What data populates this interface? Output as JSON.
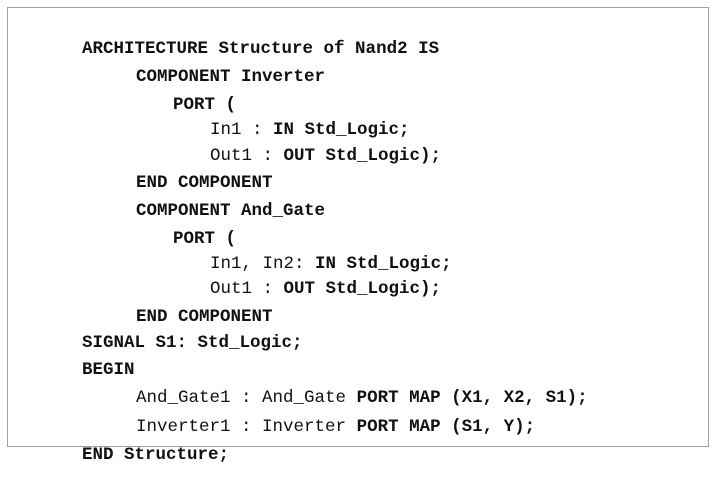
{
  "code": {
    "line01": {
      "a": "ARCHITECTURE Structure of Nand2 IS"
    },
    "line02": {
      "a": "COMPONENT Inverter"
    },
    "line03": {
      "a": "PORT ("
    },
    "line04": {
      "a": "In1 : ",
      "b": "IN Std_Logic;"
    },
    "line05": {
      "a": "Out1 : ",
      "b": "OUT Std_Logic);"
    },
    "line06": {
      "a": "END COMPONENT"
    },
    "line07": {
      "a": "COMPONENT And_Gate"
    },
    "line08": {
      "a": "PORT ("
    },
    "line09": {
      "a": "In1, In2: ",
      "b": "IN Std_Logic;"
    },
    "line10": {
      "a": "Out1 : ",
      "b": "OUT Std_Logic);"
    },
    "line11": {
      "a": "END COMPONENT"
    },
    "line12": {
      "a": "SIGNAL S1: Std_Logic;"
    },
    "line13": {
      "a": "BEGIN"
    },
    "line14": {
      "a": "And_Gate1 : And_Gate ",
      "b": "PORT MAP (X1, X2, S1);"
    },
    "line15": {
      "a": "Inverter1 : Inverter ",
      "b": "PORT MAP (S1, Y);"
    },
    "line16": {
      "a": "END Structure;"
    }
  }
}
